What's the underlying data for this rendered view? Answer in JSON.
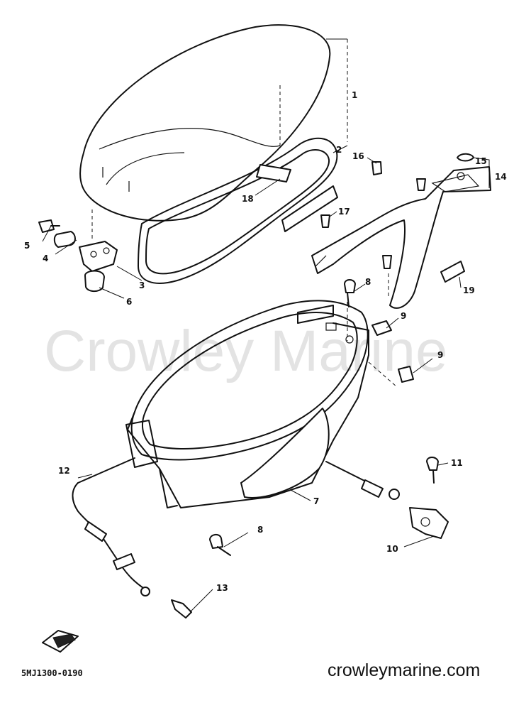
{
  "watermark": "Crowley Marine",
  "diagram_code": "5MJ1300-0190",
  "website": "crowleymarine.com",
  "callouts": [
    {
      "id": "c1",
      "label": "1"
    },
    {
      "id": "c2",
      "label": "2"
    },
    {
      "id": "c3",
      "label": "3"
    },
    {
      "id": "c4",
      "label": "4"
    },
    {
      "id": "c5",
      "label": "5"
    },
    {
      "id": "c6",
      "label": "6"
    },
    {
      "id": "c7",
      "label": "7"
    },
    {
      "id": "c8a",
      "label": "8"
    },
    {
      "id": "c8b",
      "label": "8"
    },
    {
      "id": "c9a",
      "label": "9"
    },
    {
      "id": "c9b",
      "label": "9"
    },
    {
      "id": "c10",
      "label": "10"
    },
    {
      "id": "c11",
      "label": "11"
    },
    {
      "id": "c12",
      "label": "12"
    },
    {
      "id": "c13",
      "label": "13"
    },
    {
      "id": "c14",
      "label": "14"
    },
    {
      "id": "c15",
      "label": "15"
    },
    {
      "id": "c16",
      "label": "16"
    },
    {
      "id": "c17",
      "label": "17"
    },
    {
      "id": "c18",
      "label": "18"
    },
    {
      "id": "c19",
      "label": "19"
    }
  ]
}
